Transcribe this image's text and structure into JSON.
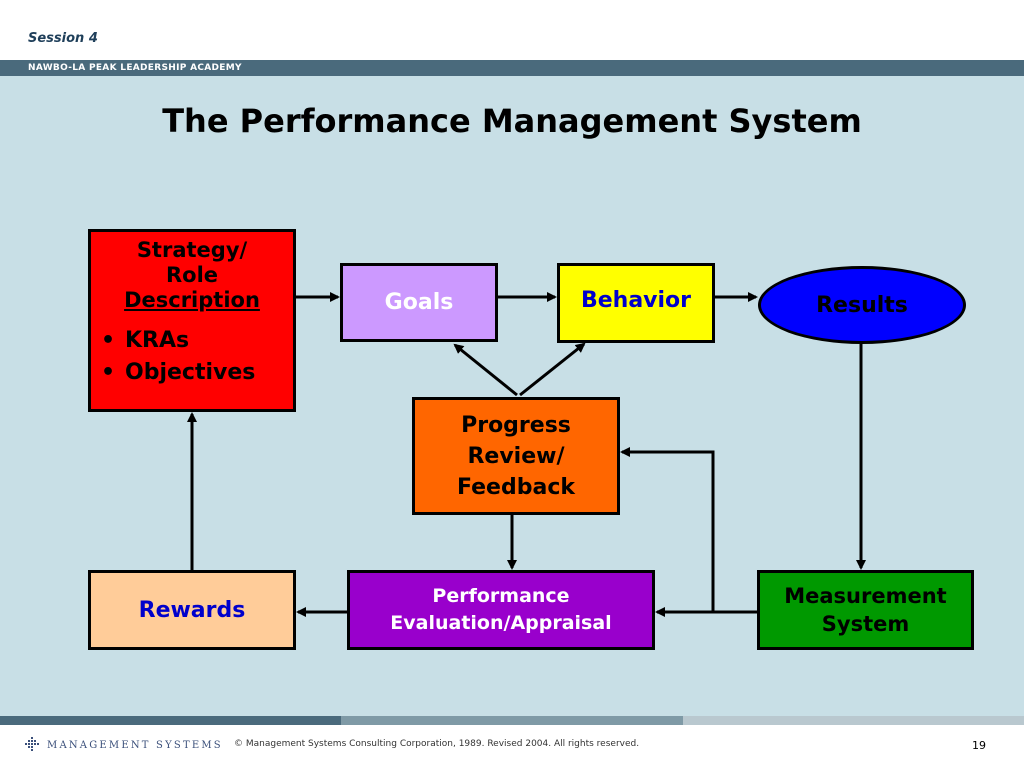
{
  "header": {
    "session": "Session 4",
    "academy": "NAWBO-LA PEAK LEADERSHIP ACADEMY"
  },
  "slide": {
    "title": "The Performance Management System"
  },
  "diagram": {
    "strategy": {
      "line1": "Strategy/",
      "line2": "Role",
      "line3": "Description",
      "bullets": [
        "KRAs",
        "Objectives"
      ],
      "fill": "#ff0000"
    },
    "goals": {
      "label": "Goals",
      "fill": "#cc99ff"
    },
    "behavior": {
      "label": "Behavior",
      "fill": "#ffff00"
    },
    "results": {
      "label": "Results",
      "fill": "#0000ff"
    },
    "progress": {
      "label": "Progress\nReview/\nFeedback",
      "fill": "#ff6600"
    },
    "rewards": {
      "label": "Rewards",
      "fill": "#ffcc99"
    },
    "evaluation": {
      "label": "Performance\nEvaluation/Appraisal",
      "fill": "#9900cc"
    },
    "measurement": {
      "label": "Measurement\nSystem",
      "fill": "#009900"
    }
  },
  "footer": {
    "logo": "MANAGEMENT SYSTEMS",
    "copyright": "© Management Systems Consulting Corporation, 1989.  Revised 2004. All rights reserved.",
    "page": "19"
  }
}
